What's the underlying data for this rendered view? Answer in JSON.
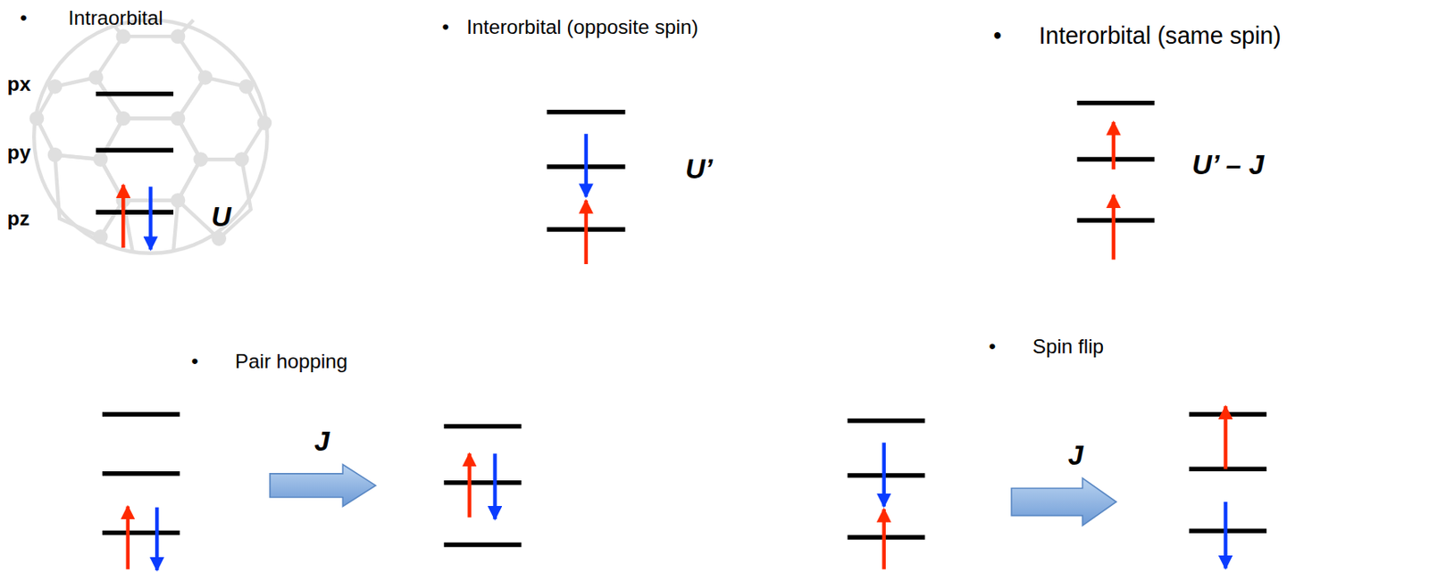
{
  "diagram": {
    "labels": [
      "•",
      "Intraorbital",
      "px",
      "py",
      "pz",
      "U",
      "•",
      "Interorbital (opposite spin)",
      "U’",
      "•",
      "Interorbital (same spin)",
      "U’ – J",
      "•",
      "Pair hopping",
      "J",
      "•",
      "Spin flip",
      "J"
    ]
  }
}
